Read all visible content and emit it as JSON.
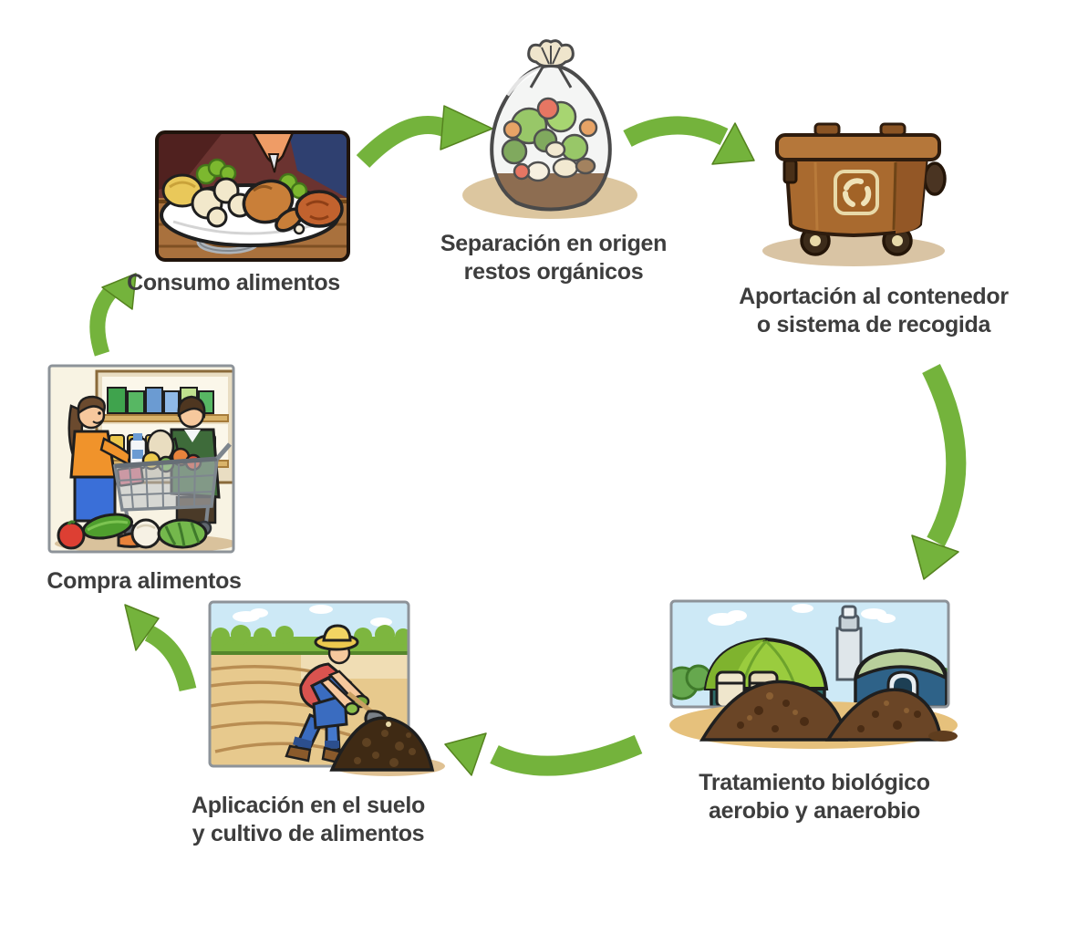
{
  "colors": {
    "background": "#ffffff",
    "arrow": "#74b33c",
    "arrow_edge": "#55831f",
    "label_text": "#3d3d3d"
  },
  "diagram": {
    "type": "cycle",
    "language": "es",
    "nodes": [
      {
        "id": "consumo",
        "label": "Consumo alimentos",
        "lines": [
          "Consumo alimentos"
        ],
        "illustration": "plate-of-food-being-eaten"
      },
      {
        "id": "separacion",
        "label": "Separación en origen restos orgánicos",
        "lines": [
          "Separación en origen",
          "restos orgánicos"
        ],
        "illustration": "tied-bag-of-organic-waste"
      },
      {
        "id": "aportacion",
        "label": "Aportación al contenedor o sistema de recogida",
        "lines": [
          "Aportación al contenedor",
          "o sistema de recogida"
        ],
        "illustration": "brown-organic-waste-container"
      },
      {
        "id": "tratamiento",
        "label": "Tratamiento biológico aerobio y anaerobio",
        "lines": [
          "Tratamiento biológico",
          "aerobio y anaerobio"
        ],
        "illustration": "biogas-plant-with-compost-piles"
      },
      {
        "id": "aplicacion",
        "label": "Aplicación en el suelo y cultivo de alimentos",
        "lines": [
          "Aplicación en el suelo",
          "y cultivo de alimentos"
        ],
        "illustration": "farmer-spreading-compost-on-field"
      },
      {
        "id": "compra",
        "label": "Compra alimentos",
        "lines": [
          "Compra alimentos"
        ],
        "illustration": "couple-grocery-shopping-with-cart"
      }
    ],
    "flow": [
      "compra",
      "consumo",
      "separacion",
      "aportacion",
      "tratamiento",
      "aplicacion",
      "compra"
    ],
    "arrows": [
      {
        "from": "consumo",
        "to": "separacion"
      },
      {
        "from": "separacion",
        "to": "aportacion"
      },
      {
        "from": "aportacion",
        "to": "tratamiento"
      },
      {
        "from": "tratamiento",
        "to": "aplicacion"
      },
      {
        "from": "aplicacion",
        "to": "compra"
      },
      {
        "from": "compra",
        "to": "consumo"
      }
    ]
  }
}
